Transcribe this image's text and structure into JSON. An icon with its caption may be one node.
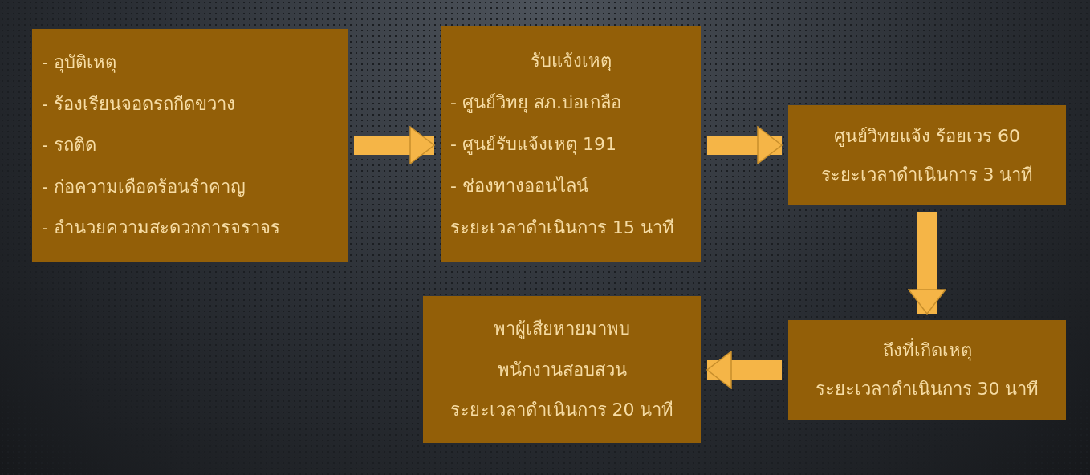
{
  "diagram": {
    "nodes": [
      {
        "text": [
          "- อุบัติเหตุ",
          "- ร้องเรียนจอดรถกีดขวาง",
          "- รถติด",
          "- ก่อความเดือดร้อนรำคาญ",
          "- อำนวยความสะดวกการจราจร"
        ]
      },
      {
        "text": [
          "รับแจ้งเหตุ",
          "- ศูนย์วิทยุ สภ.บ่อเกลือ",
          "- ศูนย์รับแจ้งเหตุ 191",
          "- ช่องทางออนไลน์",
          "ระยะเวลาดำเนินการ 15 นาที"
        ]
      },
      {
        "text": [
          "ศูนย์วิทยแจ้ง ร้อยเวร 60",
          "ระยะเวลาดำเนินการ 3 นาที"
        ]
      },
      {
        "text": [
          "ถึงที่เกิดเหตุ",
          "ระยะเวลาดำเนินการ 30 นาที"
        ]
      },
      {
        "text": [
          "พาผู้เสียหายมาพบ",
          "พนักงานสอบสวน",
          "ระยะเวลาดำเนินการ 20 นาที"
        ]
      }
    ],
    "edges": [
      {
        "from": 0,
        "to": 1,
        "arrow": "to"
      },
      {
        "from": 1,
        "to": 2,
        "arrow": "to"
      },
      {
        "from": 2,
        "to": 3,
        "arrow": "to"
      },
      {
        "from": 3,
        "to": 4,
        "arrow": "to"
      }
    ]
  }
}
